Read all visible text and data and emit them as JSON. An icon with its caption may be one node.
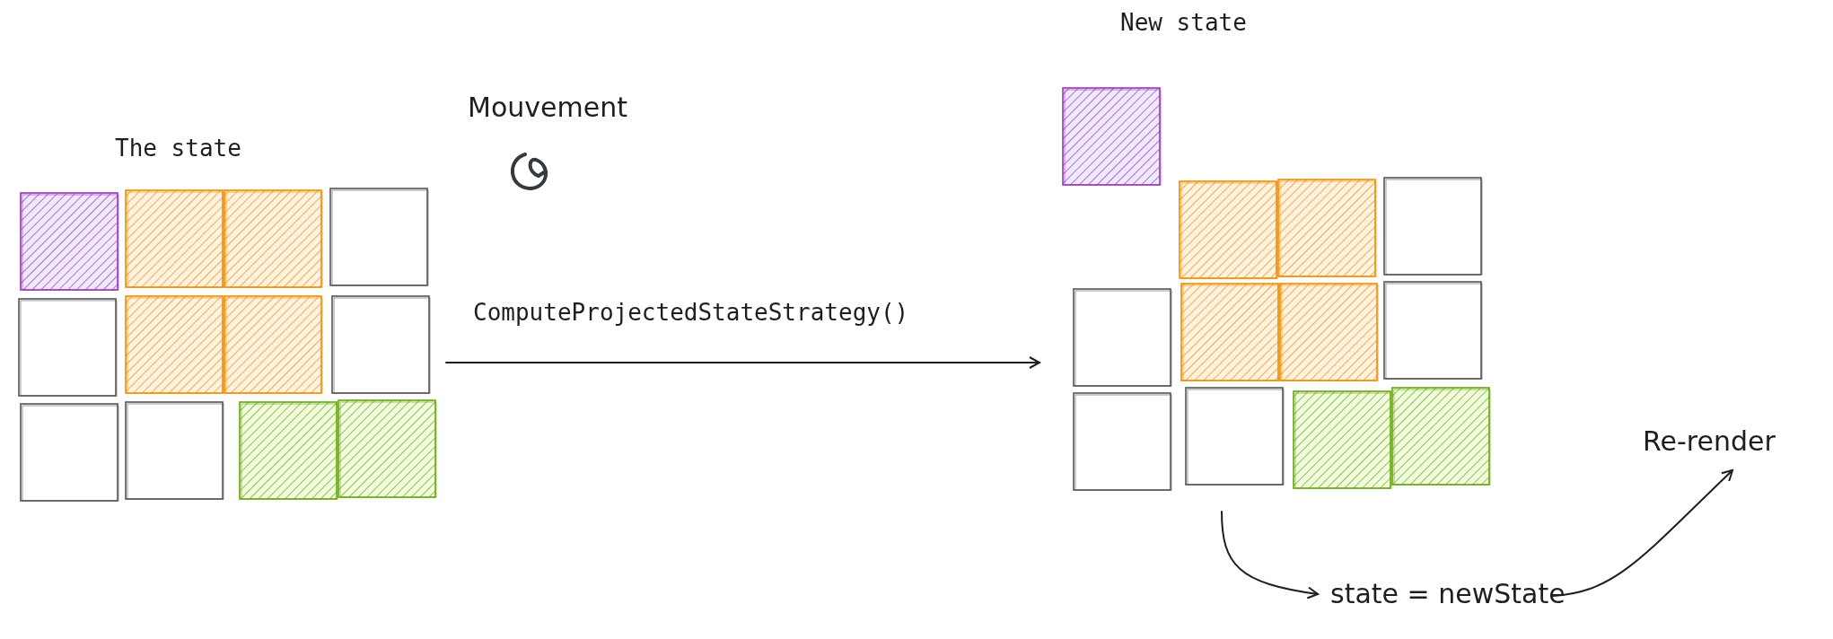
{
  "diagram": {
    "nodes": [
      {
        "text": [
          "The state"
        ]
      },
      {
        "text": [
          "New state"
        ]
      },
      {
        "text": [
          "state = newState"
        ]
      },
      {
        "text": [
          "Re-render"
        ]
      }
    ],
    "edges": [
      {
        "from": 0,
        "to": 1,
        "arrow": "to",
        "label": "ComputeProjectedStateStrategy()"
      },
      {
        "from": 1,
        "to": 2,
        "arrow": "to"
      },
      {
        "from": 2,
        "to": 3,
        "arrow": "to"
      }
    ],
    "labels": [
      "Mouvement"
    ]
  }
}
